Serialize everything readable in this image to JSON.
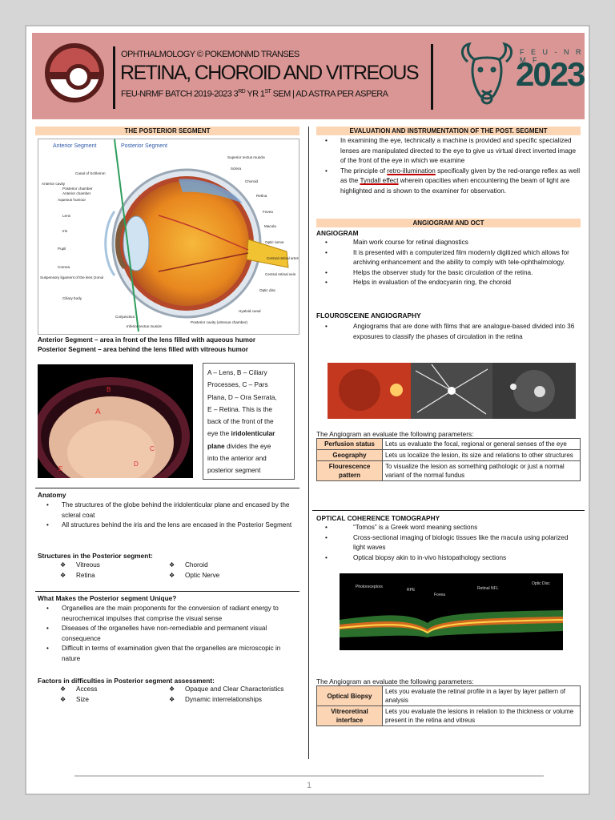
{
  "header": {
    "course": "OPHTHALMOLOGY © POKEMONMD TRANSES",
    "title": "RETINA, CHOROID AND VITREOUS",
    "sub_pre": "FEU-NRMF BATCH 2019-2023 3",
    "sub_sup1": "RD",
    "sub_mid": " YR 1",
    "sub_sup2": "ST",
    "sub_post": " SEM | AD ASTRA PER ASPERA",
    "brand_small": "F E U - N R M F",
    "brand_year": "2023",
    "colors": {
      "banner": "#d99694",
      "accent": "#1b4d4d",
      "section_fill": "#fcd5b4"
    }
  },
  "left": {
    "posterior_segment_head": "THE POSTERIOR SEGMENT",
    "diagram": {
      "anterior_label": "Anterior Segment",
      "anterior_note": "(area in front of the lens, filled with aqueous humor)",
      "posterior_label": "Posterior Segment",
      "posterior_note": "(area behind the lens, filled with vitreous humor)",
      "labels_left": [
        "Canal of Schlemm",
        "Anterior cavity",
        "Posterior chamber",
        "Anterior chamber",
        "Aqueous humour",
        "Lens",
        "Iris",
        "Pupil",
        "Cornea",
        "Suspensory ligament of the lens (zonule of Zinn)",
        "Ciliary body",
        "Conjunctiva",
        "Inferior rectus muscle"
      ],
      "labels_right": [
        "Superior rectus muscle",
        "Sclera",
        "Choroid",
        "Retina",
        "Fovea",
        "Macula",
        "Optic nerve",
        "Central retinal artery",
        "Central retinal vein",
        "Optic disc",
        "Hyaloid canal",
        "Posterior cavity (vitreous chamber)"
      ]
    },
    "anterior_caption": "Anterior Segment – area in front of the lens filled with aqueous humor",
    "posterior_caption": "Posterior Segment – area behind the lens filled with vitreous humor",
    "photo_letters": [
      "A",
      "B",
      "C",
      "D",
      "E"
    ],
    "legend_lines": [
      "A – Lens, B – Ciliary",
      "Processes, C – Pars",
      "Plana, D – Ora Serrata,",
      "E – Retina. This is the",
      "back of the front of the",
      "eye the "
    ],
    "legend_bold": "iridolenticular",
    "legend_bold2": "plane",
    "legend_tail": [
      " divides the eye",
      "into the anterior and",
      "posterior segment"
    ],
    "anatomy_head": "Anatomy",
    "anatomy_items": [
      "The structures of the globe behind the iridolenticular plane and encased by the scleral coat",
      "All structures behind the iris and the lens are encased in the Posterior Segment"
    ],
    "structures_head": "Structures in the Posterior segment:",
    "structures": [
      "Vitreous",
      "Choroid",
      "Retina",
      "Optic Nerve"
    ],
    "unique_head": "What Makes the Posterior segment Unique?",
    "unique_items": [
      "Organelles are the main proponents for the conversion of radiant energy to neurochemical impulses that comprise the visual sense",
      "Diseases of the organelles have non-remediable and permanent visual consequence",
      "Difficult in terms of examination given that the organelles are microscopic in nature"
    ],
    "factors_head": "Factors in difficulties in Posterior segment assessment:",
    "factors": [
      "Access",
      "Opaque and Clear Characteristics",
      "Size",
      "Dynamic interrelationships"
    ]
  },
  "right": {
    "eval_head": "EVALUATION AND INSTRUMENTATION OF THE POST. SEGMENT",
    "eval_item1": "In examining the eye, technically a machine is provided and specific specialized lenses are manipulated directed to the eye to give us virtual direct inverted image of the front of the eye in which we examine",
    "eval_item2_a": "The principle of ",
    "eval_item2_u1": "retro-illumination",
    "eval_item2_b": " specifically given by the red-orange reflex as well as the ",
    "eval_item2_u2": "Tyndall effect",
    "eval_item2_c": " wherein opacities when encountering the beam of light are highlighted and is shown to the examiner for observation.",
    "ao_head": "ANGIOGRAM AND OCT",
    "angiogram_head": "ANGIOGRAM",
    "angiogram_items": [
      "Main work course for retinal diagnostics",
      "It is presented with a computerized film modernly digitized which allows for archiving enhancement and the ability to comply with tele-ophthalmology.",
      "Helps the observer study for the basic circulation of the retina.",
      "Helps in evaluation of the endocyanin ring, the choroid"
    ],
    "fluor_head": "FLOUROSCEINE ANGIOGRAPHY",
    "fluor_items": [
      "Angiograms that are done with films that are analogue-based divided into 36 exposures to classify the phases of circulation in the retina"
    ],
    "params_head": "The Angiogram an evaluate the following parameters:",
    "params_table": [
      {
        "key": "Perfusion status",
        "value": "Lets us evaluate the focal, regional or general senses of the eye"
      },
      {
        "key": "Geography",
        "value": "Lets us localize the lesion, its size and relations to other structures"
      },
      {
        "key": "Flourescence pattern",
        "value": "To visualize the lesion as something pathologic or just a normal variant of the normal fundus"
      }
    ],
    "oct_head": "OPTICAL COHERENCE TOMOGRAPHY",
    "oct_items": [
      "“Tomos” is a Greek word meaning sections",
      "Cross-sectional imaging of biologic tissues like the macula using polarized light waves",
      "Optical biopsy akin to in-vivo histopathology sections"
    ],
    "oct_labels": [
      "Photoreceptors",
      "RPE",
      "Fovea",
      "Retinal NFL",
      "Optic Disc"
    ],
    "params2_head": "The Angiogram an evaluate the following parameters:",
    "params2_table": [
      {
        "key": "Optical Biopsy",
        "value": "Lets you evaluate the retinal profile in a layer by layer pattern of analysis"
      },
      {
        "key": "Vitreoretinal interface",
        "value": "Lets you evaluate the lesions in relation to the thickness or volume present in the retina and vitreus"
      }
    ]
  },
  "footer": {
    "page": "1"
  }
}
